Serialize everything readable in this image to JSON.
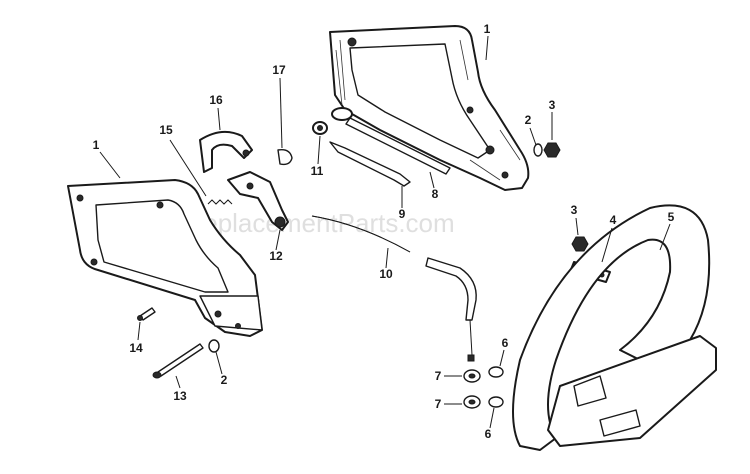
{
  "watermark": "eReplacementParts.com",
  "labels": [
    {
      "id": "p1-left",
      "text": "1"
    },
    {
      "id": "p1-right",
      "text": "1"
    },
    {
      "id": "p2-left",
      "text": "2"
    },
    {
      "id": "p2-right",
      "text": "2"
    },
    {
      "id": "p3-top",
      "text": "3"
    },
    {
      "id": "p3-bottom",
      "text": "3"
    },
    {
      "id": "p4",
      "text": "4"
    },
    {
      "id": "p5",
      "text": "5"
    },
    {
      "id": "p6-top",
      "text": "6"
    },
    {
      "id": "p6-bottom",
      "text": "6"
    },
    {
      "id": "p7-top",
      "text": "7"
    },
    {
      "id": "p7-bottom",
      "text": "7"
    },
    {
      "id": "p8",
      "text": "8"
    },
    {
      "id": "p9",
      "text": "9"
    },
    {
      "id": "p10",
      "text": "10"
    },
    {
      "id": "p11",
      "text": "11"
    },
    {
      "id": "p12",
      "text": "12"
    },
    {
      "id": "p13",
      "text": "13"
    },
    {
      "id": "p14",
      "text": "14"
    },
    {
      "id": "p15",
      "text": "15"
    },
    {
      "id": "p16",
      "text": "16"
    },
    {
      "id": "p17",
      "text": "17"
    }
  ]
}
